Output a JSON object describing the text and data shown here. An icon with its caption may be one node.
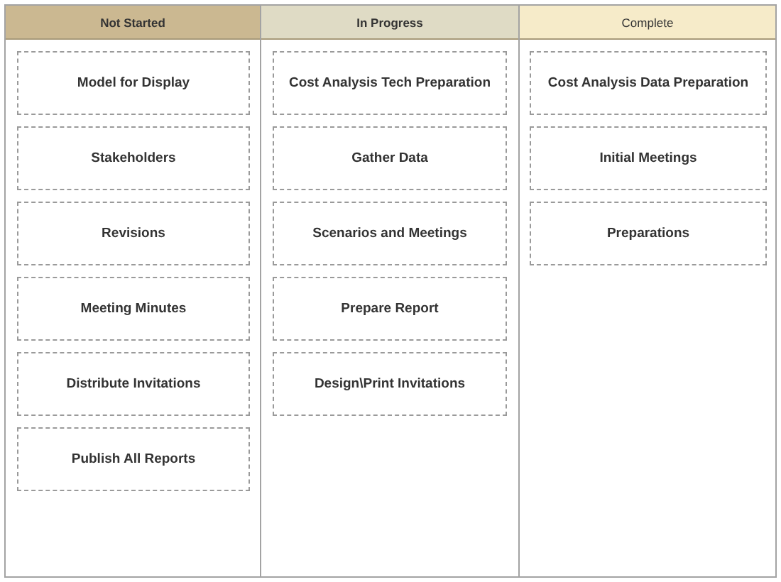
{
  "diagram": {
    "nodes": [
      {
        "text": [
          "Not Started"
        ]
      },
      {
        "text": [
          "Model for Display"
        ],
        "in": 0
      },
      {
        "text": [
          "Stakeholders"
        ],
        "in": 0
      },
      {
        "text": [
          "Revisions"
        ],
        "in": 0
      },
      {
        "text": [
          "Meeting Minutes"
        ],
        "in": 0
      },
      {
        "text": [
          "Distribute Invitations"
        ],
        "in": 0
      },
      {
        "text": [
          "Publish All Reports"
        ],
        "in": 0
      },
      {
        "text": [
          "In Progress"
        ]
      },
      {
        "text": [
          "Cost Analysis Tech Preparation"
        ],
        "in": 7
      },
      {
        "text": [
          "Gather Data"
        ],
        "in": 7
      },
      {
        "text": [
          "Scenarios and Meetings"
        ],
        "in": 7
      },
      {
        "text": [
          "Prepare Report"
        ],
        "in": 7
      },
      {
        "text": [
          "Design\\Print Invitations"
        ],
        "in": 7
      },
      {
        "text": [
          "Complete"
        ]
      },
      {
        "text": [
          "Cost Analysis Data Preparation"
        ],
        "in": 13
      },
      {
        "text": [
          "Initial Meetings"
        ],
        "in": 13
      },
      {
        "text": [
          "Preparations"
        ],
        "in": 13
      }
    ]
  }
}
